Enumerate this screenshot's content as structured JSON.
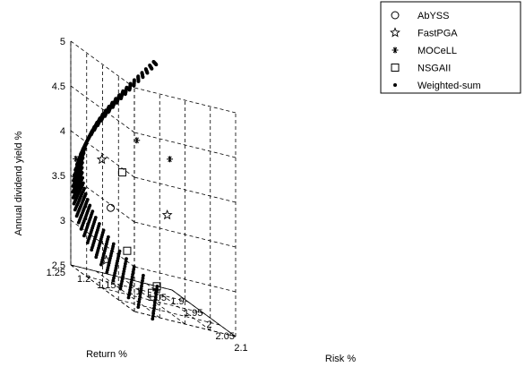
{
  "chart_data": {
    "type": "scatter",
    "is_3d": true,
    "xlabel": "Risk %",
    "ylabel": "Return %",
    "zlabel": "Annual dividend yield %",
    "xlim": [
      1.9,
      2.1
    ],
    "ylim": [
      1.05,
      1.25
    ],
    "zlim": [
      2.5,
      5
    ],
    "x_ticks": [
      "1.9",
      "1.95",
      "2",
      "2.05",
      "2.1"
    ],
    "y_ticks": [
      "1.05",
      "1.1",
      "1.15",
      "1.2",
      "1.25"
    ],
    "z_ticks": [
      "2.5",
      "3",
      "3.5",
      "4",
      "4.5",
      "5"
    ],
    "grid": true,
    "legend_position": "top-right",
    "series": [
      {
        "name": "AbYSS",
        "marker": "circle",
        "points": [
          [
            1.93,
            1.19,
            3.3
          ]
        ]
      },
      {
        "name": "FastPGA",
        "marker": "pentagram",
        "points": [
          [
            1.95,
            1.22,
            3.85
          ],
          [
            1.9,
            1.18,
            2.65
          ],
          [
            2.06,
            1.16,
            3.6
          ]
        ]
      },
      {
        "name": "MOCeLL",
        "marker": "asterisk",
        "points": [
          [
            1.9,
            1.24,
            3.7
          ],
          [
            2.06,
            1.22,
            4.35
          ],
          [
            1.96,
            1.12,
            2.55
          ],
          [
            2.1,
            1.18,
            4.3
          ]
        ]
      },
      {
        "name": "NSGAII",
        "marker": "square",
        "points": [
          [
            2.03,
            1.23,
            3.9
          ],
          [
            1.95,
            1.17,
            2.9
          ],
          [
            1.98,
            1.14,
            2.55
          ],
          [
            1.9,
            1.08,
            2.5
          ]
        ]
      },
      {
        "name": "Weighted-sum",
        "marker": "dot",
        "surface": {
          "x_range": [
            1.9,
            1.915
          ],
          "y_range": [
            1.08,
            1.25
          ],
          "z_range": [
            2.5,
            5.0
          ]
        }
      }
    ]
  }
}
